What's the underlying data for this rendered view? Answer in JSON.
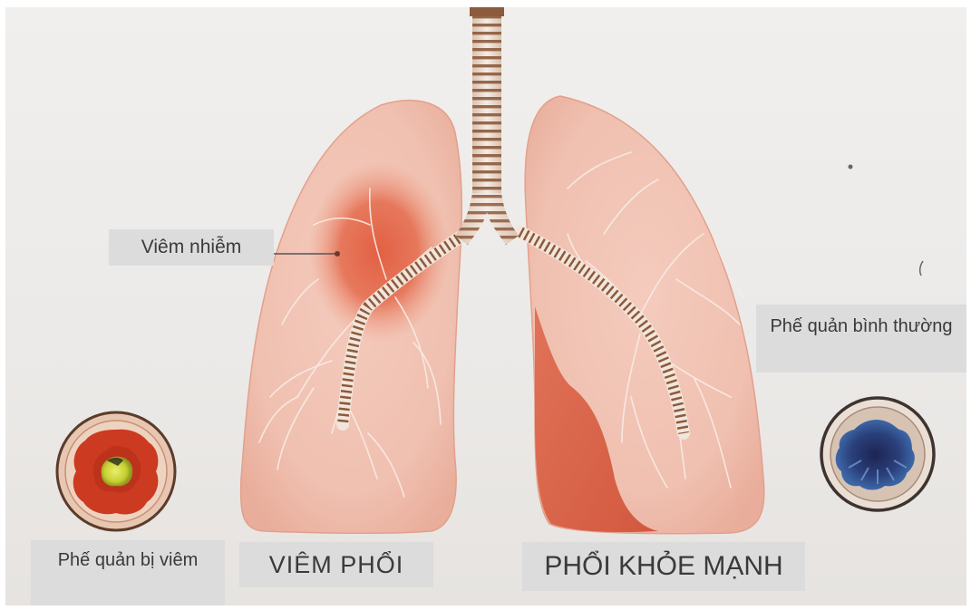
{
  "labels": {
    "infection": "Viêm nhiễm",
    "inflamed_bronchus": "Phế quản bị viêm",
    "pneumonia": "VIÊM PHỔI",
    "healthy_lung": "PHỔI KHỎE MẠNH",
    "normal_bronchus": "Phế quản bình thường"
  },
  "colors": {
    "background": "#eceae8",
    "lung_tissue": "#f2c6b6",
    "infection": "#e46a4c",
    "trachea_ring": "#8c5a3c",
    "label_box": "#dcdcdc",
    "inflamed_core": "#d5e04a",
    "normal_lumen": "#2a3f7a"
  },
  "icons": {
    "inflamed_bronchus": "inflamed-bronchus-icon",
    "normal_bronchus": "normal-bronchus-icon"
  }
}
